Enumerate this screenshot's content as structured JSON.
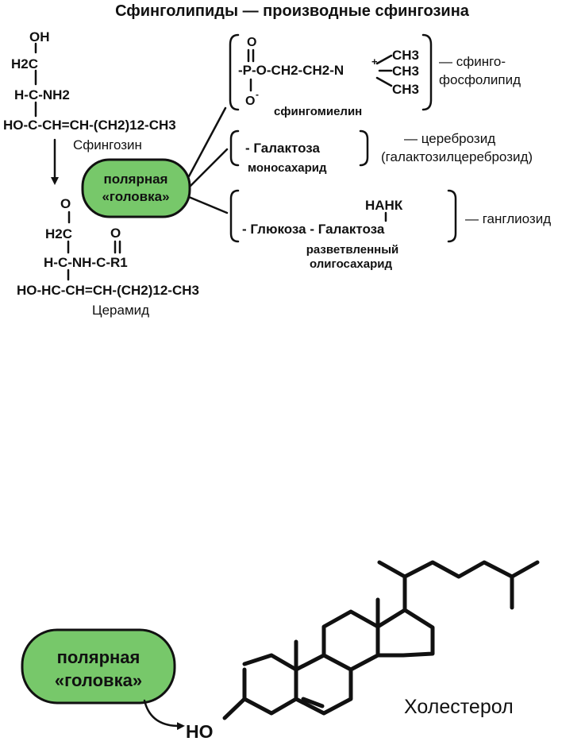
{
  "title": "Сфинголипиды — производные сфингозина",
  "sphingosine": {
    "oh": "OH",
    "h2c": "H2C",
    "hcnh2": "H-C-NH2",
    "chain": "HO-C-CH=CH-(CH2)12-CH3",
    "name": "Сфингозин"
  },
  "polar_head": {
    "line1": "полярная",
    "line2": "«головка»"
  },
  "ceramide": {
    "o": "O",
    "h2c": "H2C",
    "carbonyl_o": "O",
    "hcnh": "H-C-NH-C-R1",
    "chain": "HO-HC-CH=CH-(CH2)12-CH3",
    "name": "Церамид"
  },
  "sphingomyelin": {
    "formula": "-P-O-CH2-CH2-N",
    "phosphate_o_top": "O",
    "phosphate_o_bottom": "O",
    "methyl": "CH3",
    "name": "сфингомиелин",
    "class_line1": "— сфинго-",
    "class_line2": "фосфолипид"
  },
  "cerebroside": {
    "formula": "- Галактоза",
    "name": "моносахарид",
    "class_line1": "— цереброзид",
    "class_line2": "(галактозилцереброзид)"
  },
  "ganglioside": {
    "nank": "НАНК",
    "formula": "- Глюкоза - Галактоза",
    "name_line1": "разветвленный",
    "name_line2": "олигосахарид",
    "class": "— ганглиозид"
  },
  "cholesterol": {
    "ho": "HO",
    "name": "Холестерол",
    "polar_head": {
      "line1": "полярная",
      "line2": "«головка»"
    }
  }
}
